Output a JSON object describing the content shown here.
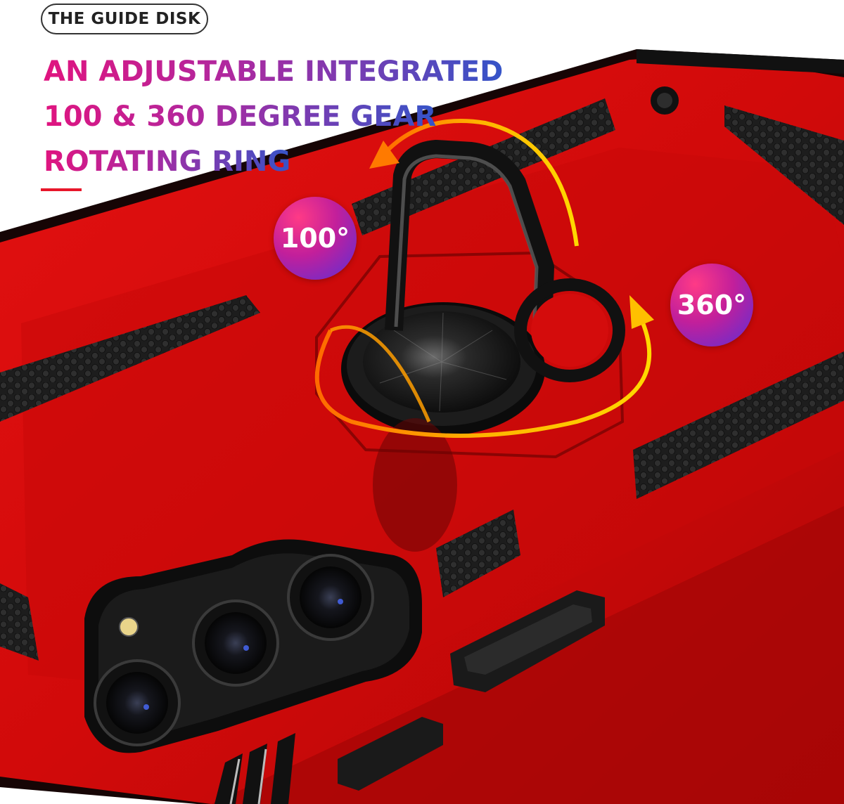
{
  "labels": {
    "guide": "THE GUIDE DISK",
    "headline_1": "AN ADJUSTABLE INTEGRATED",
    "headline_2": "100 & 360 DEGREE GEAR",
    "headline_3": "ROTATING RING",
    "badge_100": "100°",
    "badge_360": "360°"
  },
  "colors": {
    "case_red": "#d90d0d",
    "case_dark_red": "#9b0606",
    "ring_black": "#151515",
    "arrow_yellow": "#f7c600",
    "arrow_orange": "#ff7a00",
    "accent_underline": "#e8162a"
  }
}
